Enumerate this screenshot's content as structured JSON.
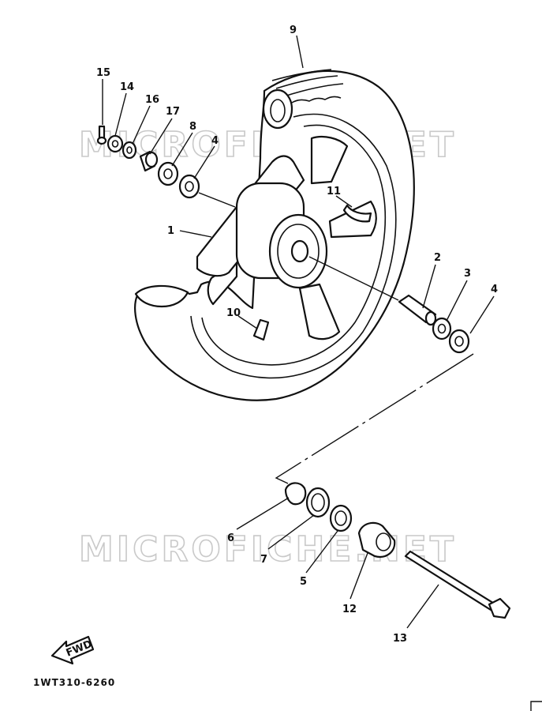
{
  "watermark": "MICROFICHE.NET",
  "diagram_code": "1WT310-6260",
  "fwd_label": "FWD",
  "labels": [
    {
      "id": "1",
      "text": "1"
    },
    {
      "id": "2",
      "text": "2"
    },
    {
      "id": "3",
      "text": "3"
    },
    {
      "id": "4a",
      "text": "4"
    },
    {
      "id": "4b",
      "text": "4"
    },
    {
      "id": "5",
      "text": "5"
    },
    {
      "id": "6",
      "text": "6"
    },
    {
      "id": "7",
      "text": "7"
    },
    {
      "id": "8",
      "text": "8"
    },
    {
      "id": "9",
      "text": "9"
    },
    {
      "id": "10",
      "text": "10"
    },
    {
      "id": "11",
      "text": "11"
    },
    {
      "id": "12",
      "text": "12"
    },
    {
      "id": "13",
      "text": "13"
    },
    {
      "id": "14",
      "text": "14"
    },
    {
      "id": "15",
      "text": "15"
    },
    {
      "id": "16",
      "text": "16"
    },
    {
      "id": "17",
      "text": "17"
    }
  ]
}
